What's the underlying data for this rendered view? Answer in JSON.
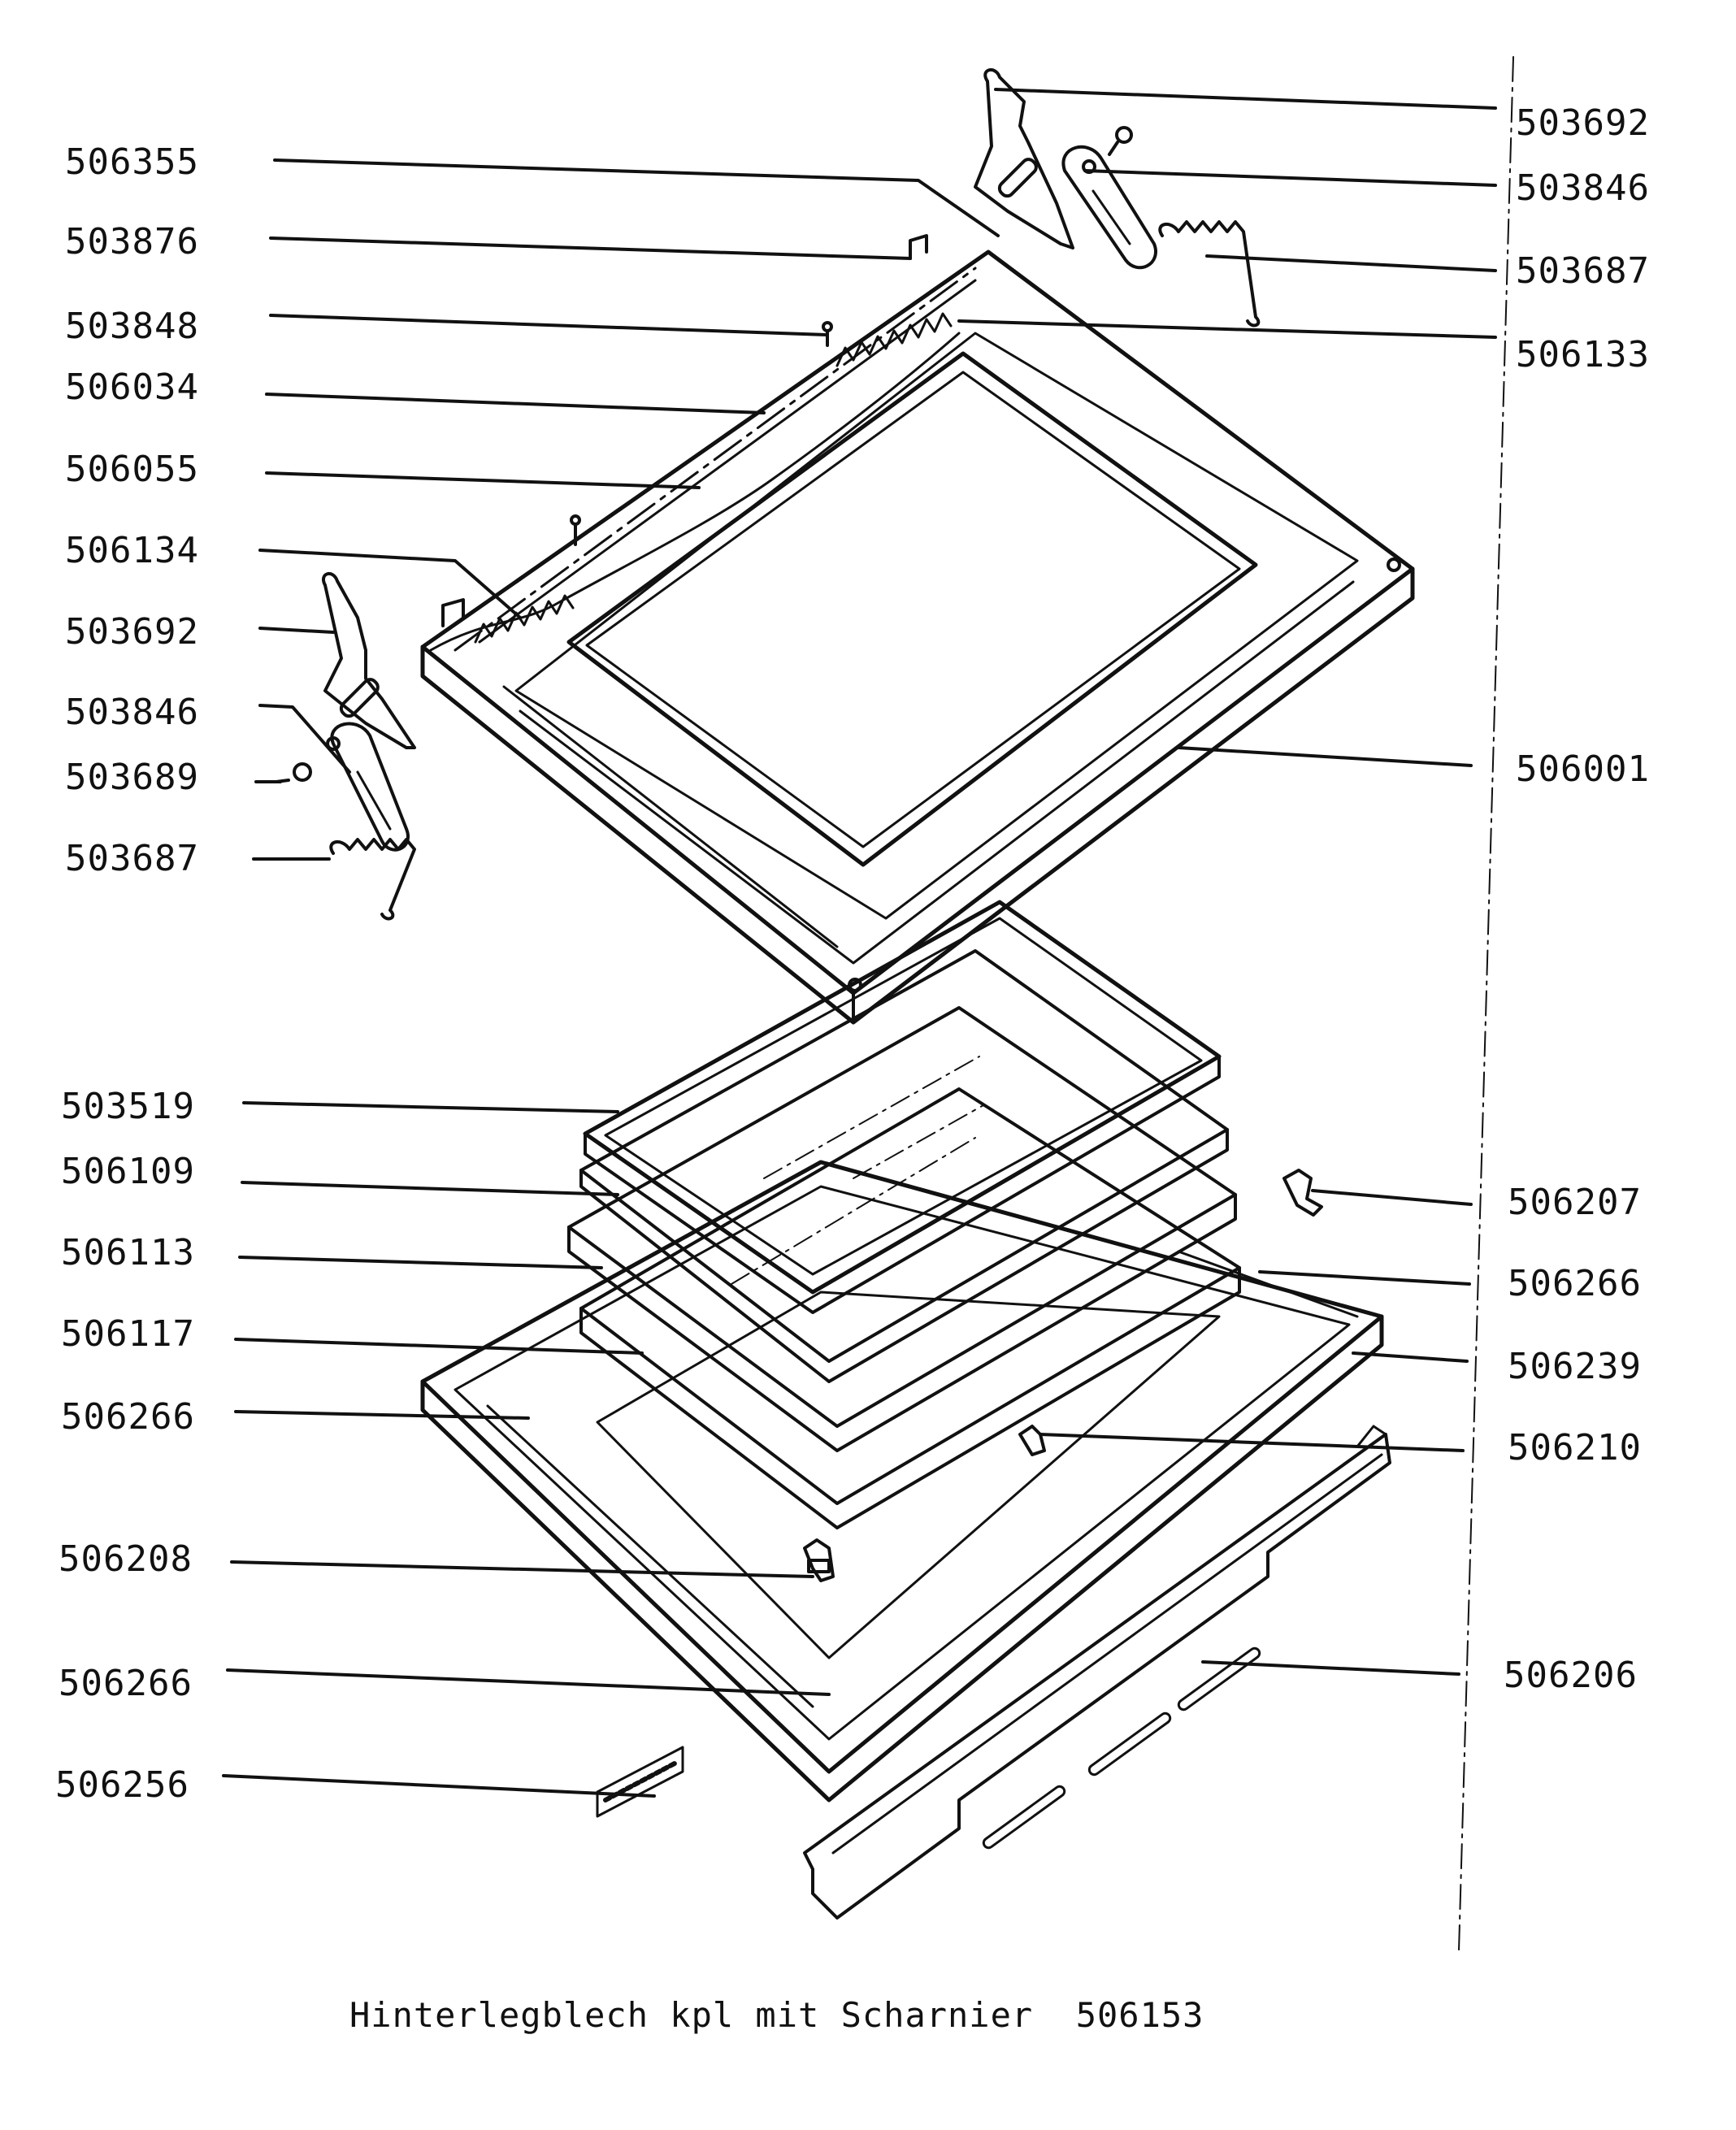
{
  "left_labels": [
    "506355",
    "503876",
    "503848",
    "506034",
    "506055",
    "506134",
    "503692",
    "503846",
    "503689",
    "503687",
    "503519",
    "506109",
    "506113",
    "506117",
    "506266",
    "506208",
    "506266",
    "506256"
  ],
  "right_labels": [
    "503692",
    "503846",
    "503687",
    "506133",
    "506001",
    "506207",
    "506266",
    "506239",
    "506210",
    "506206"
  ],
  "caption_text": "Hinterlegblech kpl mit Scharnier",
  "caption_number": "506153"
}
